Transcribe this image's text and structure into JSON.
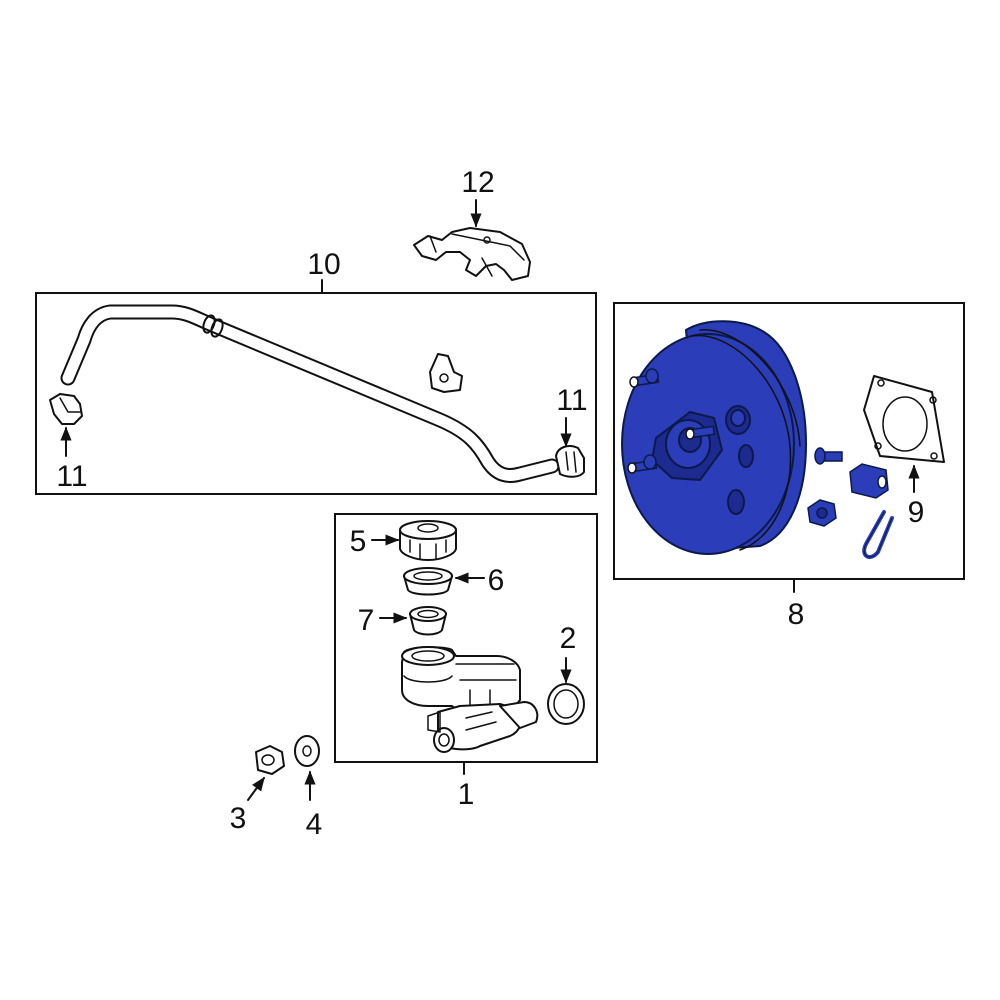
{
  "colors": {
    "line": "#111111",
    "highlight": "#2b3db8",
    "highlight_dark": "#1d2a8f",
    "background": "#ffffff"
  },
  "callouts": {
    "c1": "1",
    "c2": "2",
    "c3": "3",
    "c4": "4",
    "c5": "5",
    "c6": "6",
    "c7": "7",
    "c8": "8",
    "c9": "9",
    "c10": "10",
    "c11_left": "11",
    "c11_right": "11",
    "c12": "12"
  }
}
